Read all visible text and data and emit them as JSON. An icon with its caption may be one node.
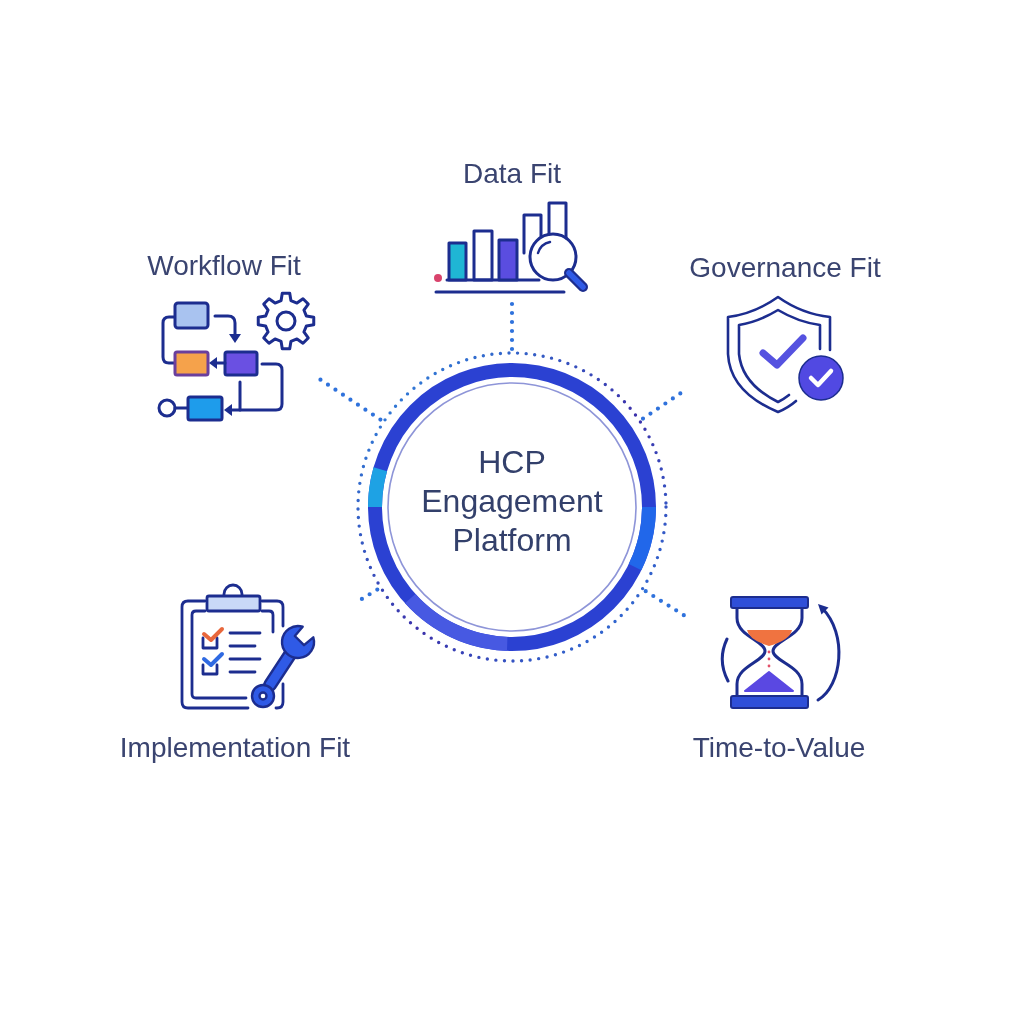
{
  "diagram": {
    "nodes": [
      {
        "text": [
          "Data Fit"
        ]
      },
      {
        "text": [
          "Workflow Fit"
        ]
      },
      {
        "text": [
          "Governance Fit"
        ]
      },
      {
        "text": [
          "HCP Engagement Platform"
        ]
      },
      {
        "text": [
          "Implementation Fit"
        ]
      },
      {
        "text": [
          "Time-to-Value"
        ]
      }
    ],
    "edges": [
      {
        "from": 3,
        "to": 0,
        "arrow": "none",
        "style": "dashed"
      },
      {
        "from": 3,
        "to": 1,
        "arrow": "none",
        "style": "dashed"
      },
      {
        "from": 3,
        "to": 2,
        "arrow": "none",
        "style": "dashed"
      },
      {
        "from": 3,
        "to": 4,
        "arrow": "none",
        "style": "dashed"
      },
      {
        "from": 3,
        "to": 5,
        "arrow": "none",
        "style": "dashed"
      }
    ]
  }
}
